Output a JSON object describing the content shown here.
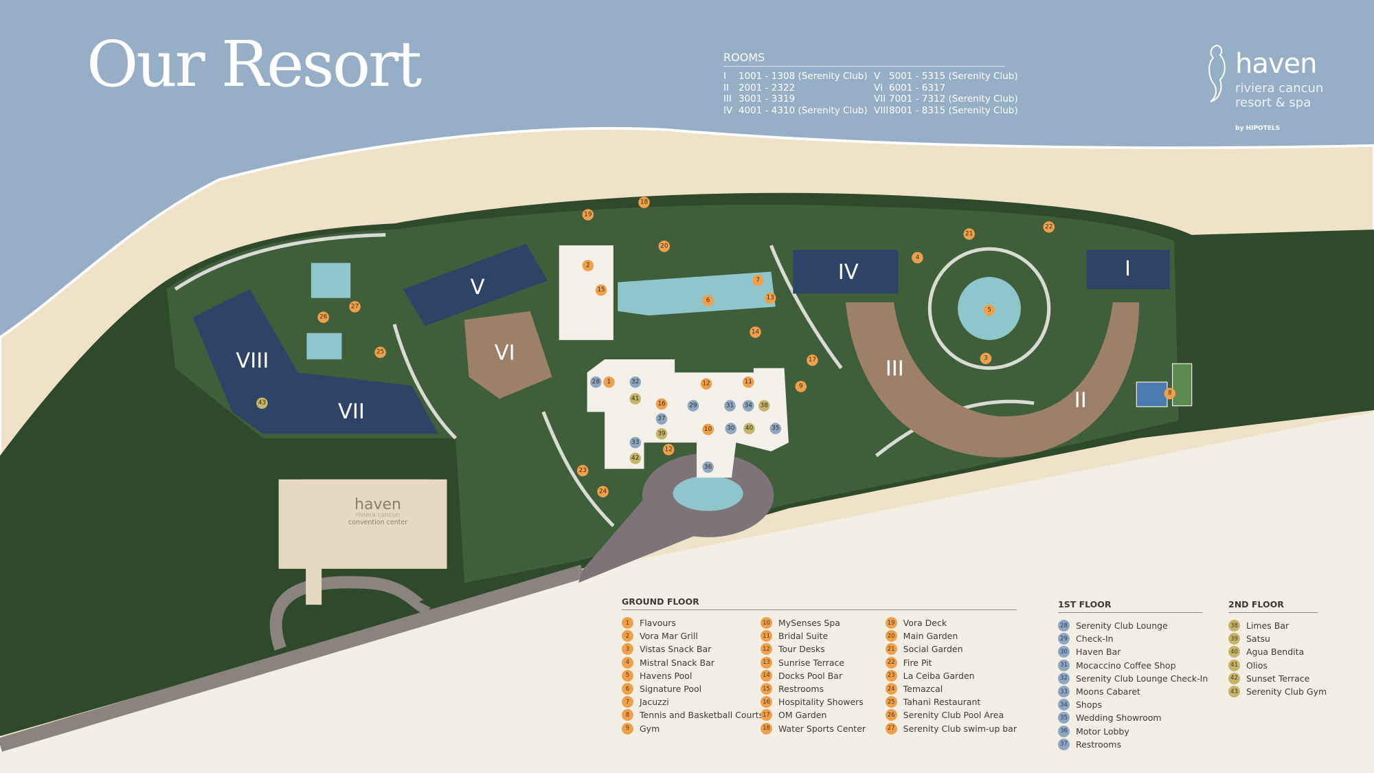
{
  "title": "Our Resort",
  "rooms": {
    "heading": "ROOMS",
    "left": [
      {
        "building": "I",
        "range": "1001 - 1308 (Serenity Club)"
      },
      {
        "building": "II",
        "range": "2001 - 2322"
      },
      {
        "building": "III",
        "range": "3001 - 3319"
      },
      {
        "building": "IV",
        "range": "4001 - 4310 (Serenity Club)"
      }
    ],
    "right": [
      {
        "building": "V",
        "range": "5001 - 5315 (Serenity Club)"
      },
      {
        "building": "VI",
        "range": "6001 - 6317"
      },
      {
        "building": "VII",
        "range": "7001 - 7312 (Serenity Club)"
      },
      {
        "building": "VIII",
        "range": "8001 - 8315 (Serenity Club)"
      }
    ]
  },
  "logo": {
    "name": "haven",
    "line1": "riviera cancun",
    "line2": "resort & spa",
    "by": "by HIPOTELS",
    "icon": "seahorse-icon"
  },
  "convention_center": {
    "name": "haven",
    "line1": "riviera cancun",
    "line2": "convention center"
  },
  "colors": {
    "ground_floor": "#f0a04b",
    "first_floor": "#8ea6c0",
    "second_floor": "#c4b56a",
    "ocean": "#96aec6",
    "building": "#2d4466"
  },
  "ground_floor": {
    "heading": "GROUND FLOOR",
    "items": [
      {
        "n": "1",
        "label": "Flavours"
      },
      {
        "n": "2",
        "label": "Vora Mar Grill"
      },
      {
        "n": "3",
        "label": "Vistas Snack Bar"
      },
      {
        "n": "4",
        "label": "Mistral Snack Bar"
      },
      {
        "n": "5",
        "label": "Havens Pool"
      },
      {
        "n": "6",
        "label": "Signature Pool"
      },
      {
        "n": "7",
        "label": "Jacuzzi"
      },
      {
        "n": "8",
        "label": "Tennis and Basketball Courts"
      },
      {
        "n": "9",
        "label": "Gym"
      },
      {
        "n": "10",
        "label": "MySenses Spa"
      },
      {
        "n": "11",
        "label": "Bridal Suite"
      },
      {
        "n": "12",
        "label": "Tour Desks"
      },
      {
        "n": "13",
        "label": "Sunrise Terrace"
      },
      {
        "n": "14",
        "label": "Docks Pool Bar"
      },
      {
        "n": "15",
        "label": "Restrooms"
      },
      {
        "n": "16",
        "label": "Hospitality Showers"
      },
      {
        "n": "17",
        "label": "OM Garden"
      },
      {
        "n": "18",
        "label": "Water Sports Center"
      },
      {
        "n": "19",
        "label": "Vora Deck"
      },
      {
        "n": "20",
        "label": "Main Garden"
      },
      {
        "n": "21",
        "label": "Social Garden"
      },
      {
        "n": "22",
        "label": "Fire Pit"
      },
      {
        "n": "23",
        "label": "La Ceiba Garden"
      },
      {
        "n": "24",
        "label": "Temazcal"
      },
      {
        "n": "25",
        "label": "Tahani Restaurant"
      },
      {
        "n": "26",
        "label": "Serenity Club Pool Area"
      },
      {
        "n": "27",
        "label": "Serenity Club swim-up bar"
      }
    ]
  },
  "first_floor": {
    "heading": "1ST FLOOR",
    "items": [
      {
        "n": "28",
        "label": "Serenity Club Lounge"
      },
      {
        "n": "29",
        "label": "Check-In"
      },
      {
        "n": "30",
        "label": "Haven Bar"
      },
      {
        "n": "31",
        "label": "Mocaccino Coffee Shop"
      },
      {
        "n": "32",
        "label": "Serenity Club Lounge Check-In"
      },
      {
        "n": "33",
        "label": "Moons Cabaret"
      },
      {
        "n": "34",
        "label": "Shops"
      },
      {
        "n": "35",
        "label": "Wedding Showroom"
      },
      {
        "n": "36",
        "label": "Motor Lobby"
      },
      {
        "n": "37",
        "label": "Restrooms"
      }
    ]
  },
  "second_floor": {
    "heading": "2ND FLOOR",
    "items": [
      {
        "n": "38",
        "label": "Limes Bar"
      },
      {
        "n": "39",
        "label": "Satsu"
      },
      {
        "n": "40",
        "label": "Agua Bendita"
      },
      {
        "n": "41",
        "label": "Olios"
      },
      {
        "n": "42",
        "label": "Sunset Terrace"
      },
      {
        "n": "43",
        "label": "Serenity Club Gym"
      }
    ]
  },
  "buildings": [
    "I",
    "II",
    "III",
    "IV",
    "V",
    "VI",
    "VII",
    "VIII"
  ]
}
